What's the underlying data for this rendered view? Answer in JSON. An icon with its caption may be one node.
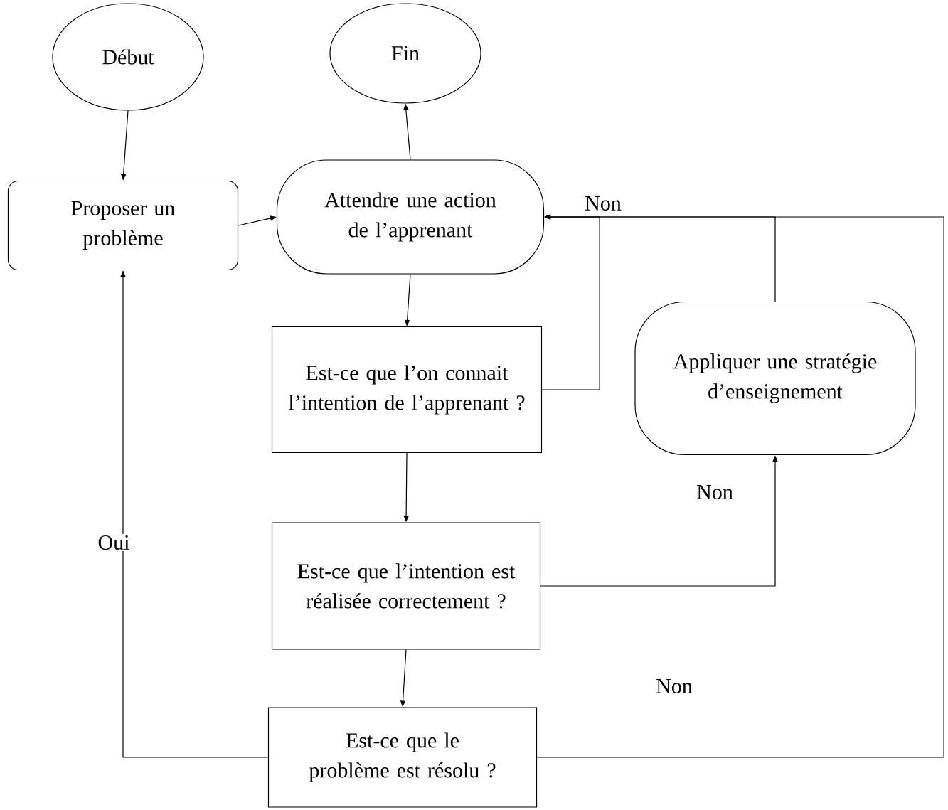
{
  "diagram": {
    "nodes": [
      {
        "text": [
          "Début"
        ]
      },
      {
        "text": [
          "Fin"
        ]
      },
      {
        "text": [
          "Proposer un problème"
        ]
      },
      {
        "text": [
          "Attendre une action de l’apprenant"
        ]
      },
      {
        "text": [
          "Est-ce que l’on connait l’intention de l’apprenant ?"
        ]
      },
      {
        "text": [
          "Appliquer une stratégie d’enseignement"
        ]
      },
      {
        "text": [
          "Est-ce que l’intention est réalisée correctement ?"
        ]
      },
      {
        "text": [
          "Est-ce que le problème est résolu ?"
        ]
      }
    ],
    "edges": [
      {
        "from": 0,
        "to": 2,
        "arrow": "to"
      },
      {
        "from": 2,
        "to": 3,
        "arrow": "to"
      },
      {
        "from": 3,
        "to": 1,
        "arrow": "to"
      },
      {
        "from": 3,
        "to": 4,
        "arrow": "to"
      },
      {
        "from": 4,
        "to": 3,
        "arrow": "to",
        "label": "Non"
      },
      {
        "from": 5,
        "to": 3,
        "arrow": "to"
      },
      {
        "from": 4,
        "to": 6,
        "arrow": "to"
      },
      {
        "from": 6,
        "to": 5,
        "arrow": "to",
        "label": "Non"
      },
      {
        "from": 6,
        "to": 7,
        "arrow": "to"
      },
      {
        "from": 7,
        "to": 3,
        "arrow": "to",
        "label": "Non"
      },
      {
        "from": 7,
        "to": 2,
        "arrow": "to",
        "label": "Oui"
      }
    ]
  }
}
